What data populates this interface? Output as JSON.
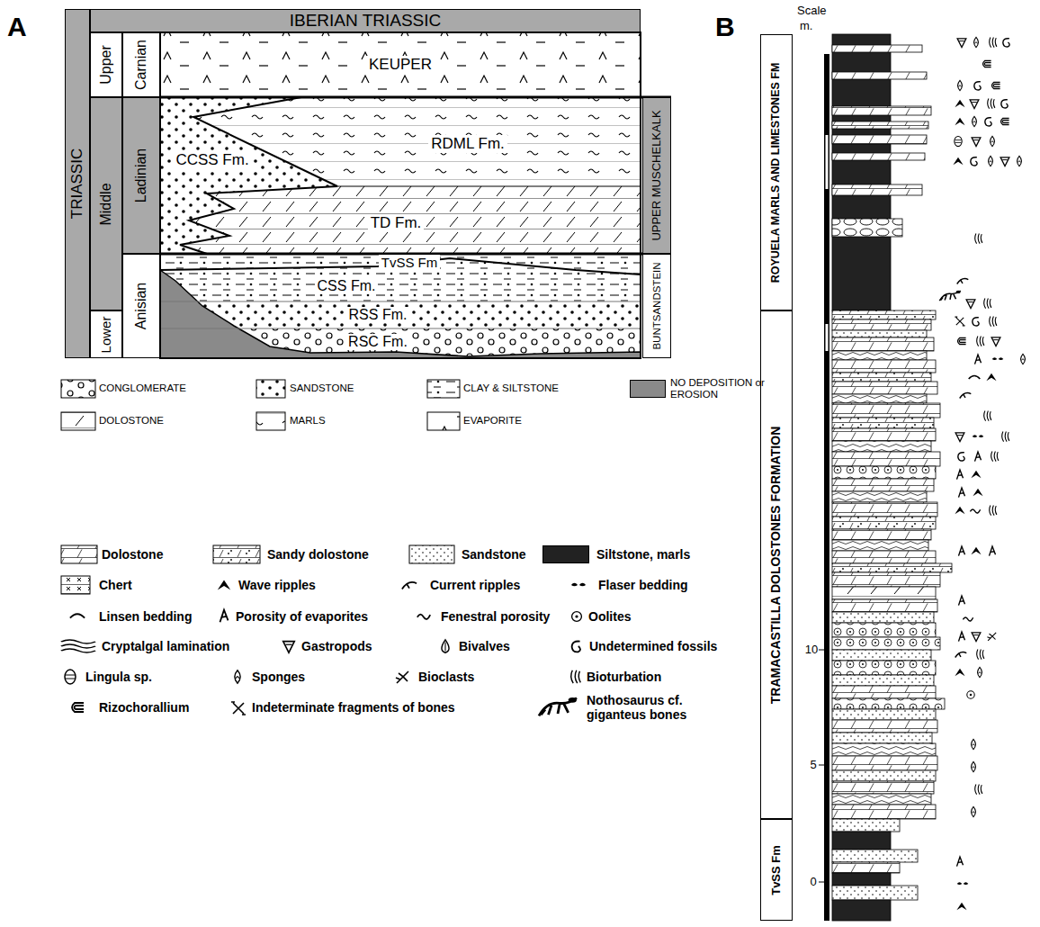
{
  "diagram": {
    "nodes": [
      {
        "text": [
          "IBERIAN TRIASSIC"
        ]
      },
      {
        "text": [
          "TRIASSIC"
        ]
      },
      {
        "text": [
          "Upper"
        ]
      },
      {
        "text": [
          "Middle"
        ]
      },
      {
        "text": [
          "Lower"
        ]
      },
      {
        "text": [
          "Carnian"
        ]
      },
      {
        "text": [
          "Ladinian"
        ]
      },
      {
        "text": [
          "Anisian"
        ]
      },
      {
        "text": [
          "UPPER MUSCHELKALK"
        ]
      },
      {
        "text": [
          "BUNTSANDSTEIN"
        ]
      },
      {
        "text": [
          "ROYUELA MARLS AND LIMESTONES FM"
        ]
      },
      {
        "text": [
          "TRAMACASTILLA DOLOSTONES FORMATION"
        ]
      },
      {
        "text": [
          "TvSS Fm"
        ]
      }
    ],
    "labels": [
      "A",
      "KEUPER",
      "CCSS Fm.",
      "RDML Fm.",
      "TD Fm.",
      "TvSS Fm",
      "CSS Fm.",
      "RSS Fm.",
      "RSC Fm.",
      "B",
      "Scale",
      "m.",
      "10",
      "5",
      "0"
    ],
    "legend": [
      {
        "text": "CONGLOMERATE"
      },
      {
        "text": "SANDSTONE"
      },
      {
        "text": "CLAY & SILTSTONE"
      },
      {
        "text": "NO DEPOSITION or EROSION",
        "color": "#8a8a8a"
      },
      {
        "text": "DOLOSTONE"
      },
      {
        "text": "MARLS"
      },
      {
        "text": "EVAPORITE"
      },
      {
        "text": "Dolostone"
      },
      {
        "text": "Sandy dolostone"
      },
      {
        "text": "Sandstone"
      },
      {
        "text": "Siltstone, marls",
        "color": "#222222"
      },
      {
        "text": "Chert"
      },
      {
        "text": "Wave ripples"
      },
      {
        "text": "Current ripples"
      },
      {
        "text": "Flaser bedding"
      },
      {
        "text": "Linsen bedding"
      },
      {
        "text": "Porosity of evaporites"
      },
      {
        "text": "Fenestral porosity"
      },
      {
        "text": "Oolites"
      },
      {
        "text": "Cryptalgal lamination"
      },
      {
        "text": "Gastropods"
      },
      {
        "text": "Bivalves"
      },
      {
        "text": "Undetermined fossils"
      },
      {
        "text": "Lingula sp."
      },
      {
        "text": "Sponges"
      },
      {
        "text": "Bioclasts"
      },
      {
        "text": "Bioturbation"
      },
      {
        "text": "Rizochorallium"
      },
      {
        "text": "Indeterminate fragments of bones"
      },
      {
        "text": "Nothosaurus cf. giganteus bones"
      }
    ]
  }
}
